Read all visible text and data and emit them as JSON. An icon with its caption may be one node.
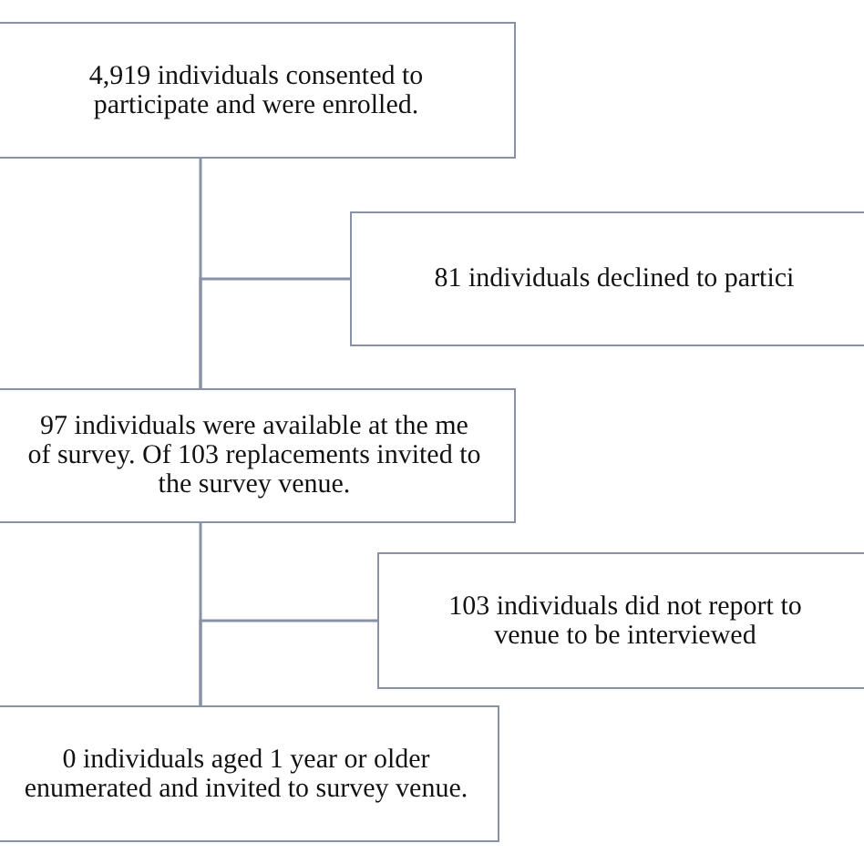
{
  "diagram": {
    "nodes": [
      {
        "text": [
          "0 individuals aged 1 year or older enumerated and invited to survey venue."
        ]
      },
      {
        "text": [
          "103 individuals did not report to venue to be interviewed"
        ]
      },
      {
        "text": [
          "97 individuals were available at the me of survey. Of 103 replacements invited to the survey venue."
        ]
      },
      {
        "text": [
          "81 individuals declined to partici"
        ]
      },
      {
        "text": [
          "4,919 individuals consented to participate and were enrolled."
        ]
      }
    ],
    "edges": [
      {
        "from": 0,
        "to": 1,
        "arrow": "none"
      },
      {
        "from": 0,
        "to": 2,
        "arrow": "none"
      },
      {
        "from": 2,
        "to": 3,
        "arrow": "none"
      },
      {
        "from": 2,
        "to": 4,
        "arrow": "none"
      }
    ]
  }
}
